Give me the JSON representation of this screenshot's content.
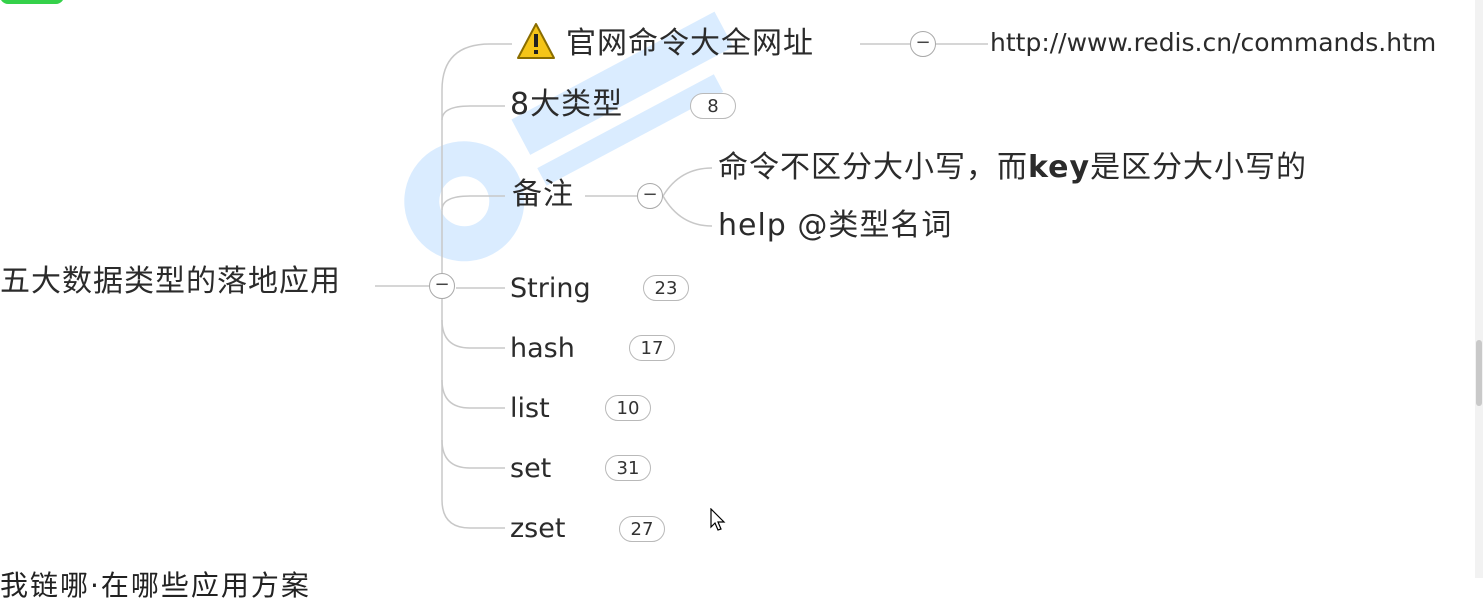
{
  "left_topic": "五大数据类型的落地应用",
  "branches": {
    "website_label": "官网命令大全网址",
    "website_url": "http://www.redis.cn/commands.htm",
    "types_label": "8大类型",
    "types_count": "8",
    "notes_label": "备注",
    "notes_child_1_prefix": "命令不区分大小写，而",
    "notes_child_1_key": "key",
    "notes_child_1_suffix": "是区分大小写的",
    "notes_child_2": "help @类型名词",
    "string_label": "String",
    "string_count": "23",
    "hash_label": "hash",
    "hash_count": "17",
    "list_label": "list",
    "list_count": "10",
    "set_label": "set",
    "set_count": "31",
    "zset_label": "zset",
    "zset_count": "27"
  },
  "bottom_cut_text": "我链哪·在哪些应用方案",
  "collapse_symbol": "−",
  "icons": {
    "warning": "warning-icon",
    "cursor": "mouse-cursor-icon"
  },
  "colors": {
    "line": "#c8c8c8",
    "accent_green": "#35d14a",
    "warning_yellow": "#f5c518"
  }
}
